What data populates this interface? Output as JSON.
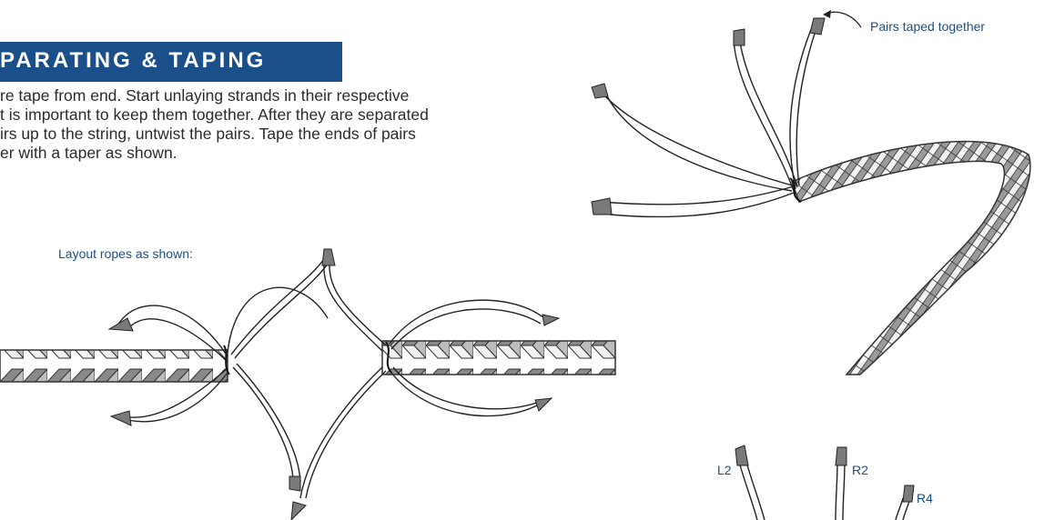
{
  "section": {
    "title": "PARATING & TAPING",
    "instructions": [
      "re tape from end. Start unlaying strands in their respective",
      "t is important to keep them together. After they are separated",
      "irs up to the string, untwist the pairs. Tape the ends of pairs",
      "er with a taper as shown."
    ]
  },
  "figure_left": {
    "caption": "Layout ropes as shown:"
  },
  "figure_right": {
    "callout": "Pairs taped together"
  },
  "figure_bottom": {
    "labels": [
      "L2",
      "R2",
      "R4"
    ]
  },
  "colors": {
    "accent": "#1b4f8a",
    "rope_dark": "#8a8a8a",
    "rope_light": "#f2f2f2",
    "tape": "#7a7a7a"
  }
}
